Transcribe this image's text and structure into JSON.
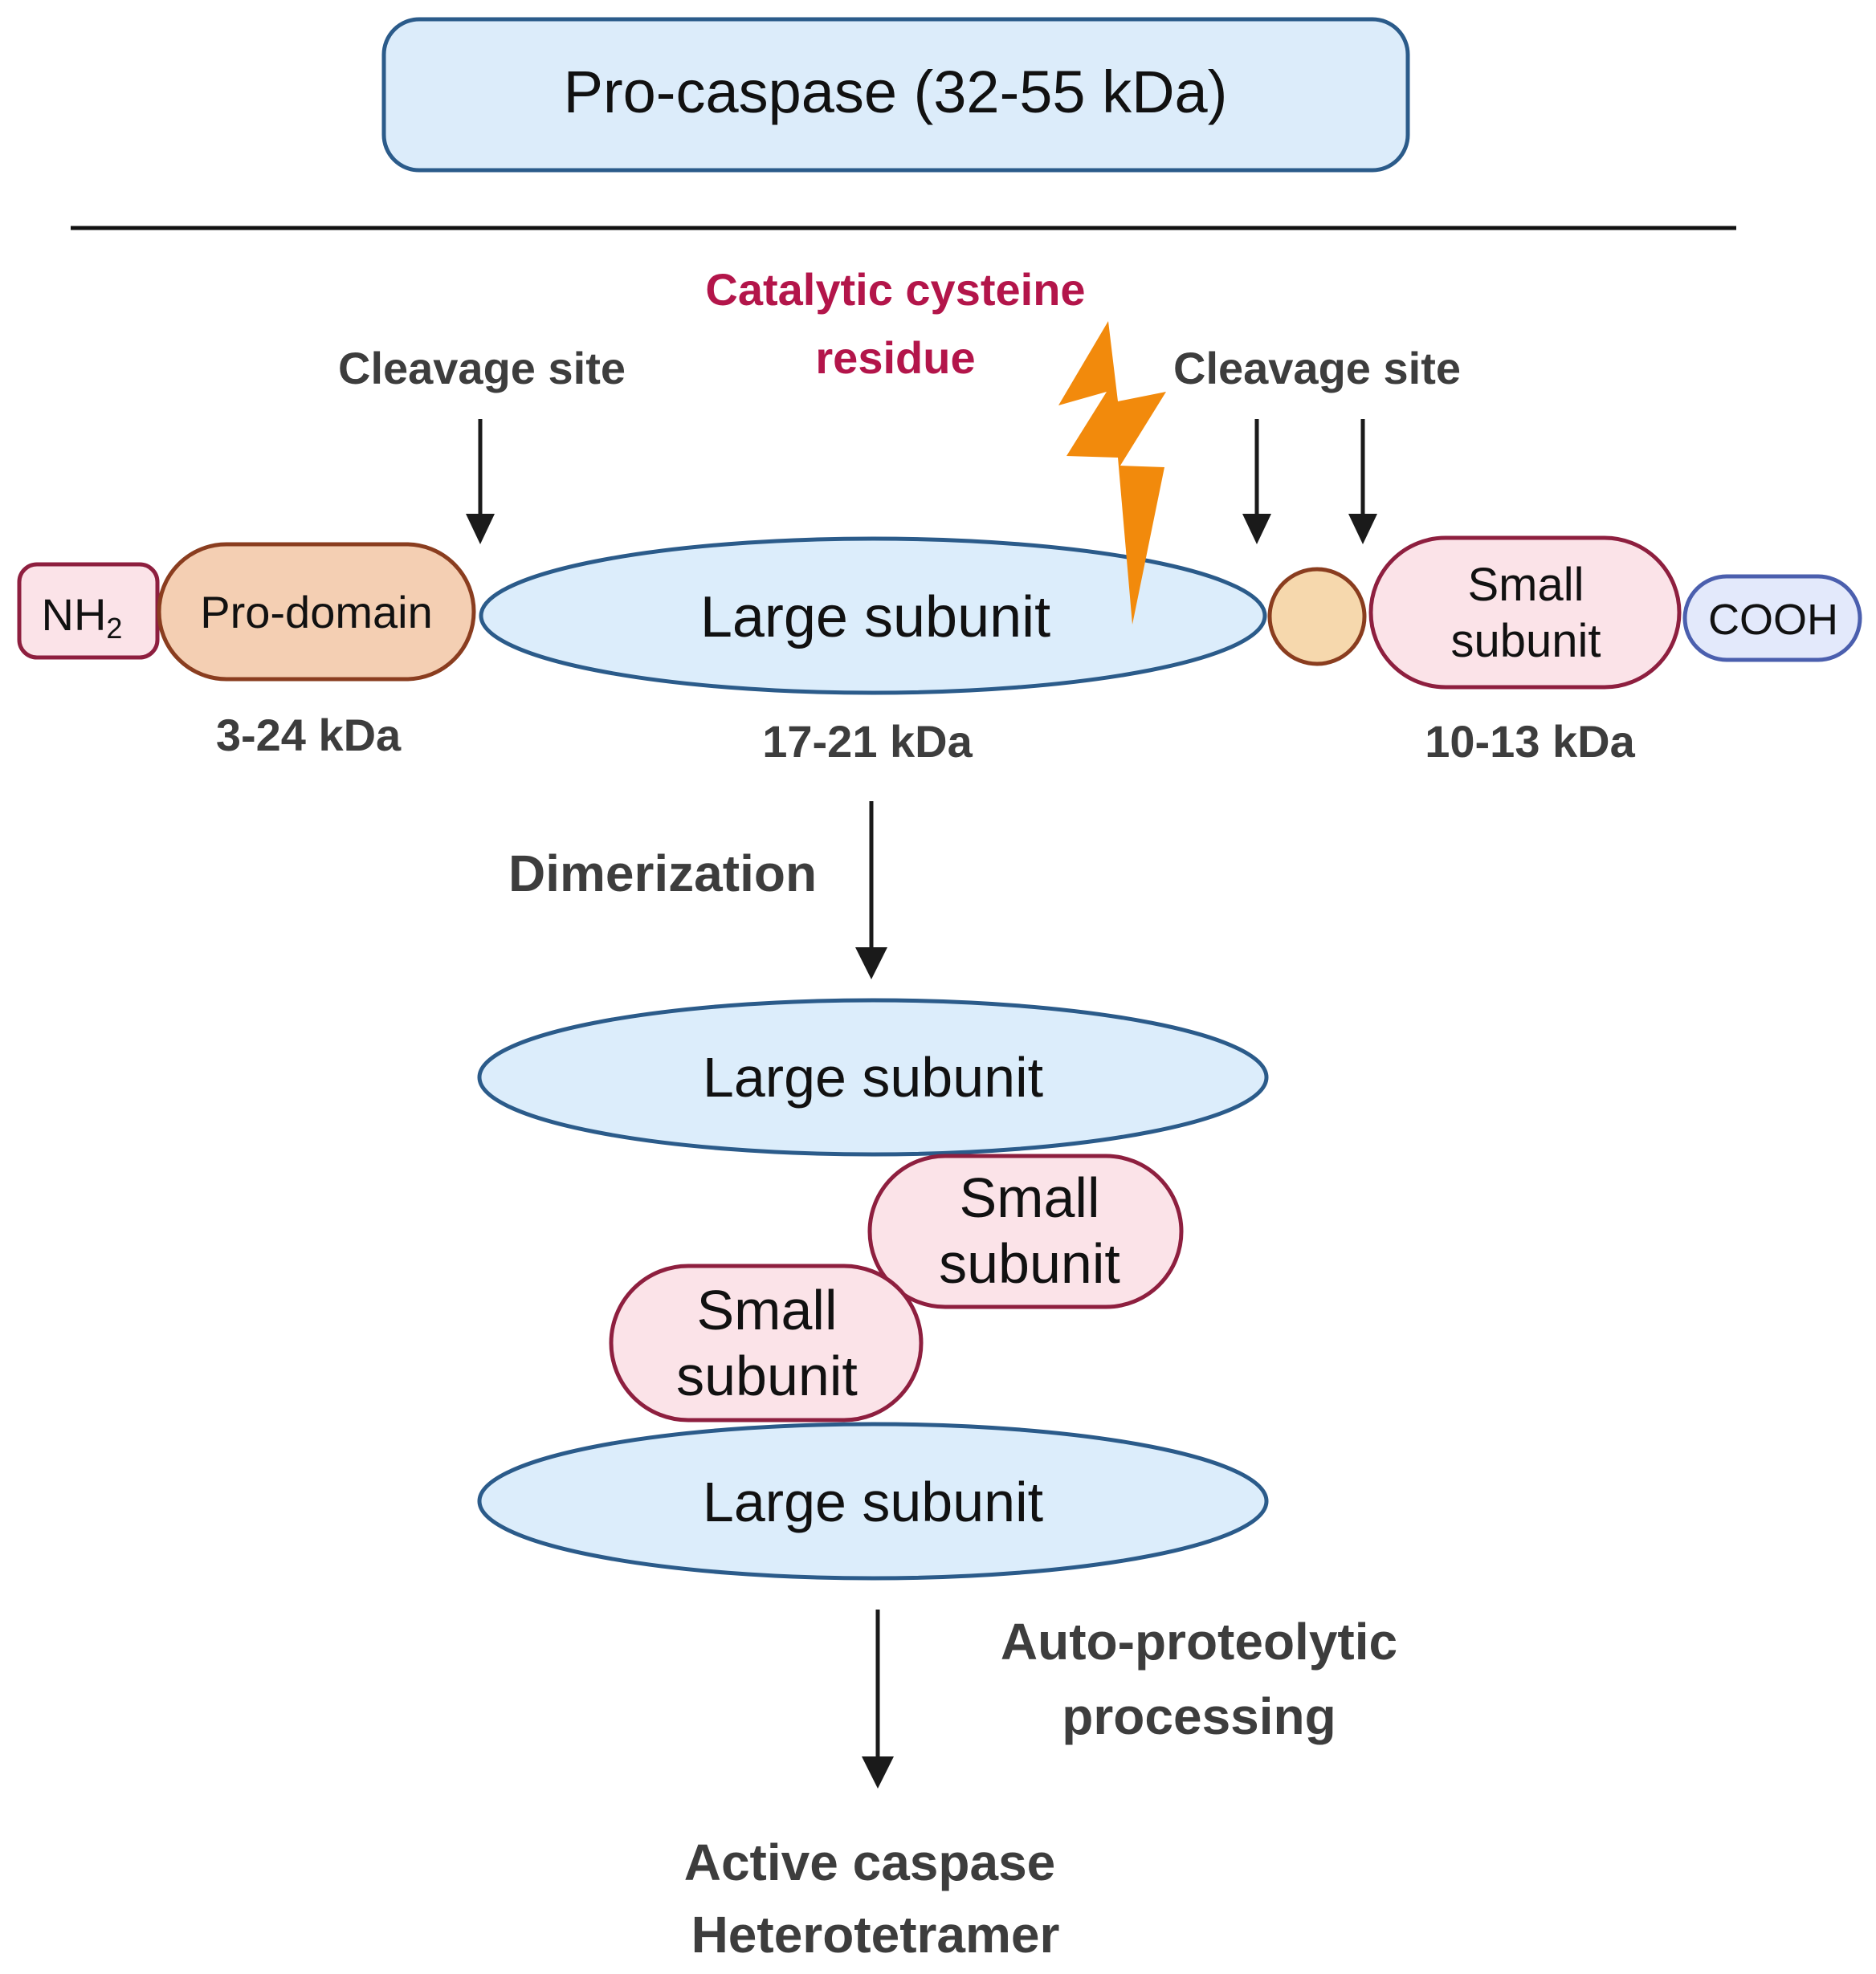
{
  "title": "Pro-caspase (32-55 kDa)",
  "domain_row": {
    "nh2_main": "NH",
    "nh2_sub": "2",
    "pro_domain": "Pro-domain",
    "large_subunit": "Large subunit",
    "small_subunit_line1": "Small",
    "small_subunit_line2": "subunit",
    "cooh": "COOH"
  },
  "annotations": {
    "cleavage_site_left": "Cleavage site",
    "cleavage_site_right": "Cleavage site",
    "catalytic_line1": "Catalytic cysteine",
    "catalytic_line2": "residue"
  },
  "sizes": {
    "pro_domain": "3-24 kDa",
    "large_subunit": "17-21 kDa",
    "small_subunit": "10-13 kDa"
  },
  "steps": {
    "dimerization": "Dimerization",
    "auto_line1": "Auto-proteolytic",
    "auto_line2": "processing"
  },
  "dimer": {
    "large_top": "Large subunit",
    "small_right_line1": "Small",
    "small_right_line2": "subunit",
    "small_left_line1": "Small",
    "small_left_line2": "subunit",
    "large_bottom": "Large subunit"
  },
  "result": {
    "line1": "Active caspase",
    "line2": "Heterotetramer"
  },
  "colors": {
    "title_box_fill": "#dcecfa",
    "title_box_stroke": "#2b5b8a",
    "large_fill": "#dcedfb",
    "large_stroke": "#2b5b8a",
    "small_fill": "#fbe3e8",
    "small_stroke": "#8e1f3f",
    "pro_fill": "#f4cfb3",
    "pro_stroke": "#8a3d1f",
    "linker_fill": "#f6d8ad",
    "cooh_fill": "#e3e9fb",
    "cooh_stroke": "#4b5fae",
    "bolt": "#f28a0c",
    "catalytic_text": "#b3154a",
    "label_text": "#3d3d3d"
  }
}
